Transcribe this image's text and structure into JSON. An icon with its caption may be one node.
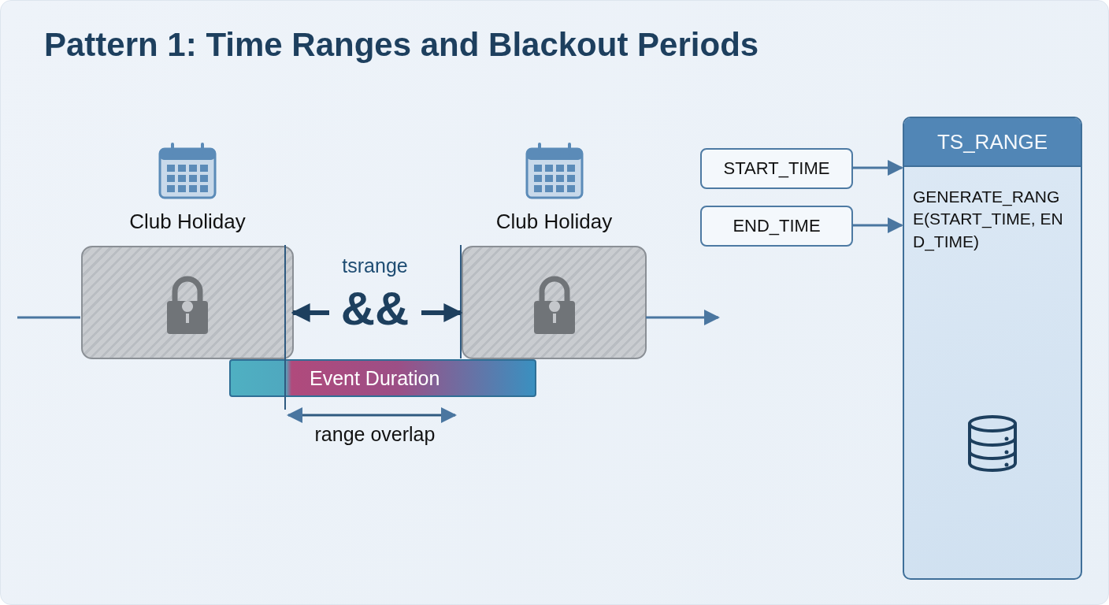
{
  "diagram": {
    "title": "Pattern 1: Time Ranges and Blackout Periods",
    "nodes": [
      {
        "text": [
          "Club Holiday"
        ]
      },
      {
        "text": [
          "Club Holiday"
        ]
      },
      {
        "text": [
          "Event Duration"
        ]
      },
      {
        "text": [
          "START_TIME"
        ]
      },
      {
        "text": [
          "END_TIME"
        ]
      },
      {
        "text": [
          "TS_RANGE",
          "GENERATE_RANGE(START_TIME, END_TIME)"
        ]
      },
      {
        "text": [
          "tsrange",
          "&&"
        ]
      }
    ],
    "edges": [
      {
        "from": null,
        "to": 0,
        "arrow": "none"
      },
      {
        "from": 1,
        "to": null,
        "arrow": "to"
      },
      {
        "from": 6,
        "to": 0,
        "arrow": "to",
        "style": "thick"
      },
      {
        "from": 6,
        "to": 1,
        "arrow": "to",
        "style": "thick"
      },
      {
        "from": 3,
        "to": 5,
        "arrow": "to"
      },
      {
        "from": 4,
        "to": 5,
        "arrow": "to"
      }
    ],
    "labels": [
      "range overlap"
    ]
  }
}
